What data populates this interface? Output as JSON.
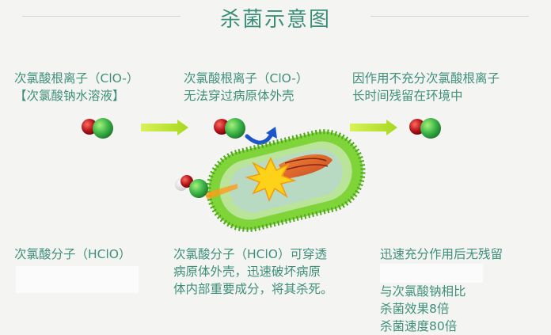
{
  "title": "杀菌示意图",
  "col1": {
    "line1": "次氯酸根离子（ClO-）",
    "line2": "【次氯酸钠水溶液】",
    "bottom": "次氯酸分子（HClO）"
  },
  "col2": {
    "line1": "次氯酸根离子（ClO-）",
    "line2": "无法穿过病原体外壳",
    "bottom1": "次氯酸分子（HClO）可穿透",
    "bottom2": "病原体外壳，迅速破坏病原",
    "bottom3": "体内部重要成分，将其杀死。"
  },
  "col3": {
    "line1": "因作用不充分次氯酸根离子",
    "line2": "长时间残留在环境中",
    "bottom": "迅速充分作用后无残留",
    "compare1": "与次氯酸钠相比",
    "compare2": "杀菌效果8倍",
    "compare3": "杀菌速度80倍"
  },
  "colors": {
    "text": "#3f8f7a",
    "chlorine": "#3fb84a",
    "oxygen": "#b3141b",
    "arrow": "#b8e02a",
    "bacteria": "#6ccf2a"
  }
}
